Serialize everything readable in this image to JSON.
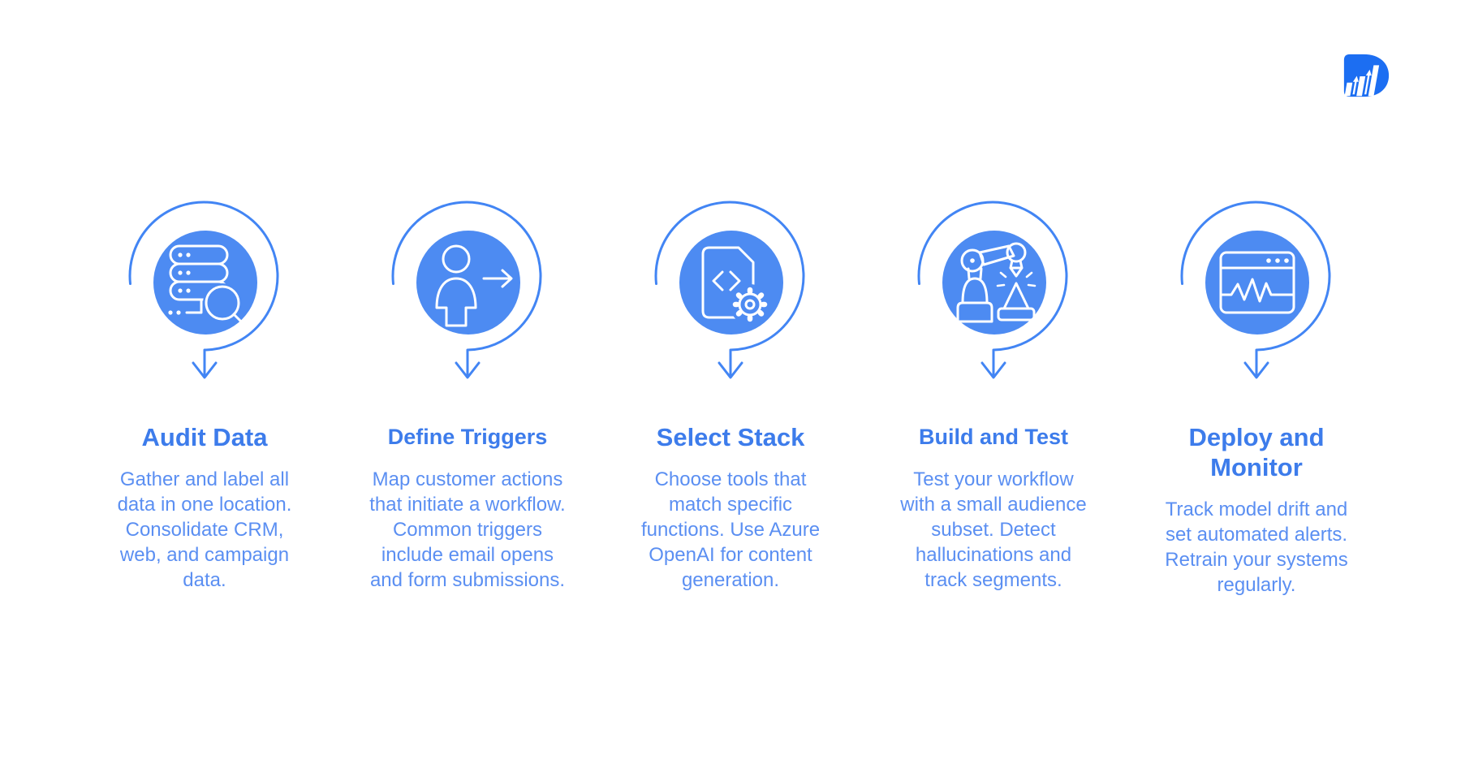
{
  "page": {
    "background": "#ffffff",
    "type": "process-infographic"
  },
  "colors": {
    "step_circle_fill": "#4d8bf2",
    "loop_arrow_stroke": "#4285f4",
    "title_text": "#3d7ceb",
    "body_text": "#5b8ff2",
    "icon_stroke": "#ffffff",
    "logo_blue": "#1c6ef2"
  },
  "logo": {
    "name": "brand-logo",
    "description": "blue D badge with three ascending bars and up arrows"
  },
  "steps": [
    {
      "icon": "database-search-icon",
      "title": "Audit Data",
      "description": "Gather and label all data in one location. Consolidate CRM, web, and campaign data."
    },
    {
      "icon": "person-arrow-icon",
      "title": "Define Triggers",
      "description": "Map customer actions that initiate a workflow. Common triggers include email opens and form submissions."
    },
    {
      "icon": "code-file-gear-icon",
      "title": "Select Stack",
      "description": "Choose tools that match specific functions. Use Azure OpenAI for content generation."
    },
    {
      "icon": "robot-arm-icon",
      "title": "Build and Test",
      "description": "Test your workflow with a small audience subset. Detect hallucinations and track segments."
    },
    {
      "icon": "monitor-pulse-icon",
      "title": "Deploy and Monitor",
      "description": "Track model drift and set automated alerts. Retrain your systems regularly."
    }
  ]
}
